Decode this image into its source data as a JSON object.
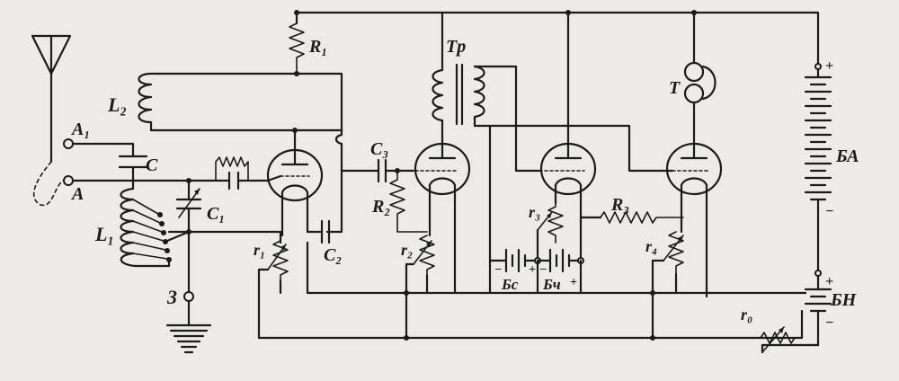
{
  "labels": {
    "antenna_a1": "A₁",
    "antenna_a": "A",
    "c": "C",
    "l1": "L₁",
    "l2": "L₂",
    "c1": "C₁",
    "c2": "C₂",
    "c3": "C₃",
    "r1": "R₁",
    "r2": "R₂",
    "r3": "R₃",
    "tr": "Tp",
    "t": "T",
    "ba": "БА",
    "bn": "БН",
    "bs": "Бс",
    "bch": "Бч",
    "ground": "3",
    "rh1": "r₁",
    "rh2": "r₂",
    "rh3": "r₃",
    "rh4": "r₄",
    "rh0": "r₀",
    "plus": "+",
    "minus": "−"
  }
}
